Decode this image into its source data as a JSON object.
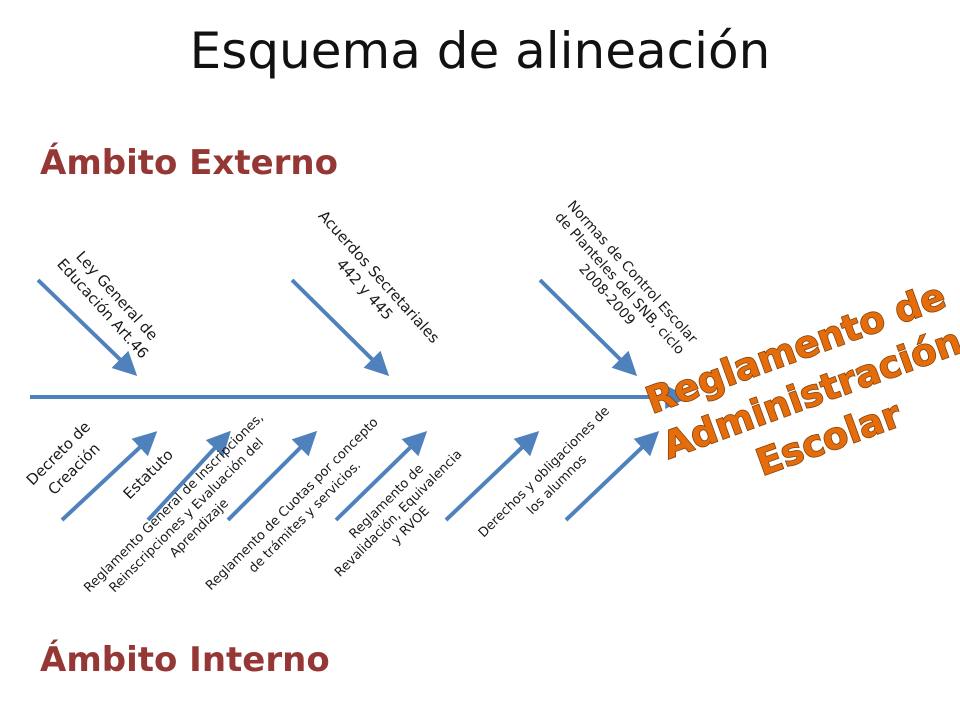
{
  "title": "Esquema de alineación",
  "sections": {
    "external": "Ámbito Externo",
    "internal": "Ámbito Interno"
  },
  "effect": {
    "lines": [
      "Reglamento de",
      "Administración",
      "Escolar"
    ]
  },
  "external_causes": [
    {
      "lines": [
        "Ley General de",
        "Educación Art.46"
      ]
    },
    {
      "lines": [
        "Acuerdos Secretariales",
        "442 y  445"
      ]
    },
    {
      "lines": [
        "Normas de Control Escolar",
        "de Planteles del SNB, ciclo",
        "2008-2009"
      ]
    }
  ],
  "internal_causes": [
    {
      "lines": [
        "Decreto de",
        "Creación"
      ]
    },
    {
      "lines": [
        "Estatuto"
      ]
    },
    {
      "lines": [
        "Reglamento General de Inscripciones,",
        "Reinscripciones y Evaluación del",
        "Aprendizaje"
      ]
    },
    {
      "lines": [
        "Reglamento de Cuotas por concepto",
        "de trámites y servicios."
      ]
    },
    {
      "lines": [
        "Reglamento de",
        "Revalidación, Equivalencia",
        "y RVOE"
      ]
    },
    {
      "lines": [
        "Derechos y obligaciones de",
        "los alumnos"
      ]
    }
  ],
  "colors": {
    "arrow": "#4f81bd",
    "section": "#953735",
    "effect_fill": "#e46c0a",
    "effect_stroke": "#7f3f08"
  }
}
